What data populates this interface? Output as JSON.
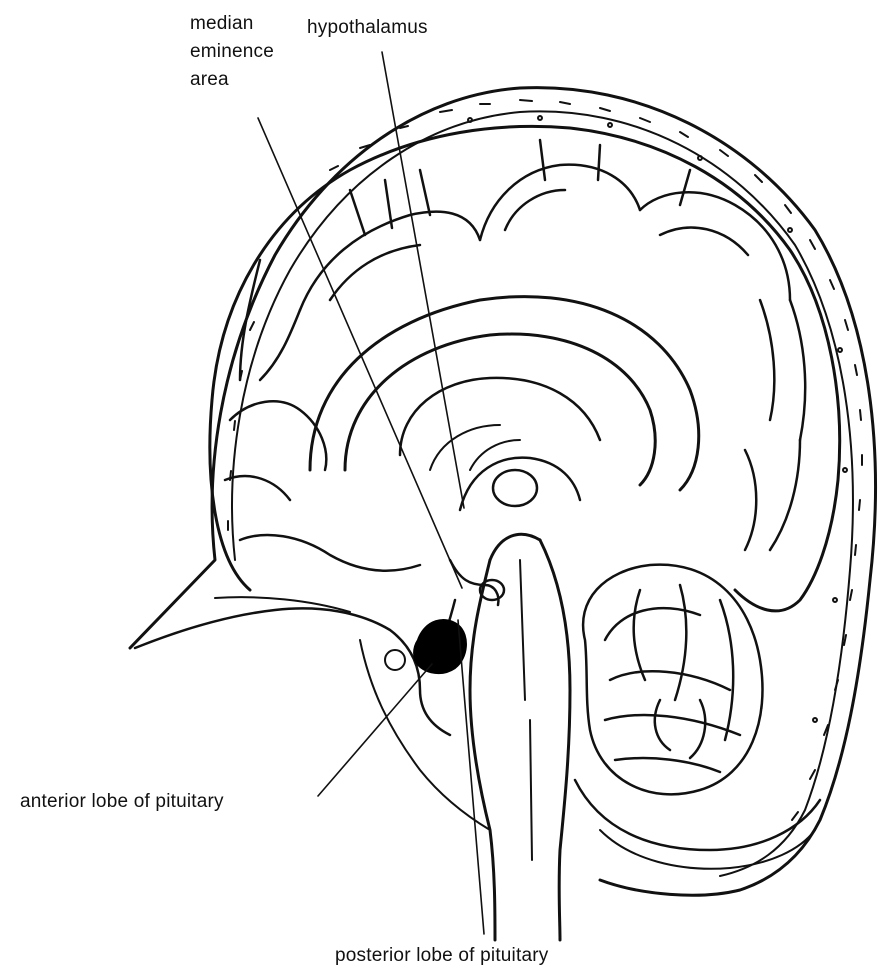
{
  "labels": {
    "median_eminence": [
      "median",
      "eminence",
      "area"
    ],
    "hypothalamus": "hypothalamus",
    "anterior_lobe": "anterior lobe of pituitary",
    "posterior_lobe": "posterior lobe of pituitary"
  },
  "colors": {
    "ink": "#111111",
    "background": "#ffffff",
    "gland": "#000000"
  }
}
